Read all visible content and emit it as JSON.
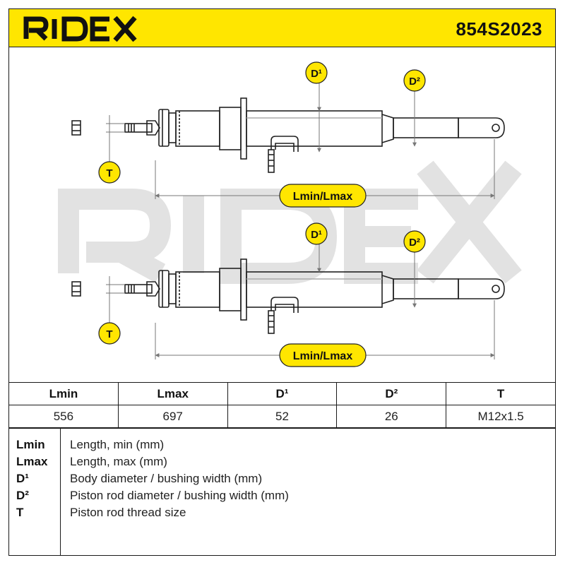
{
  "header": {
    "brand": "RIDEX",
    "part_number": "854S2023",
    "brand_color": "#ffe600"
  },
  "drawing": {
    "watermark": "RIDEX",
    "labels": {
      "d1": "D¹",
      "d2": "D²",
      "t": "T",
      "length": "Lmin/Lmax"
    }
  },
  "table": {
    "headers": [
      "Lmin",
      "Lmax",
      "D¹",
      "D²",
      "T"
    ],
    "values": [
      "556",
      "697",
      "52",
      "26",
      "M12x1.5"
    ]
  },
  "legend": [
    {
      "key": "Lmin",
      "desc": "Length, min (mm)"
    },
    {
      "key": "Lmax",
      "desc": "Length, max (mm)"
    },
    {
      "key": "D¹",
      "desc": "Body diameter / bushing width (mm)"
    },
    {
      "key": "D²",
      "desc": "Piston rod diameter / bushing width (mm)"
    },
    {
      "key": "T",
      "desc": "Piston rod thread size"
    }
  ]
}
